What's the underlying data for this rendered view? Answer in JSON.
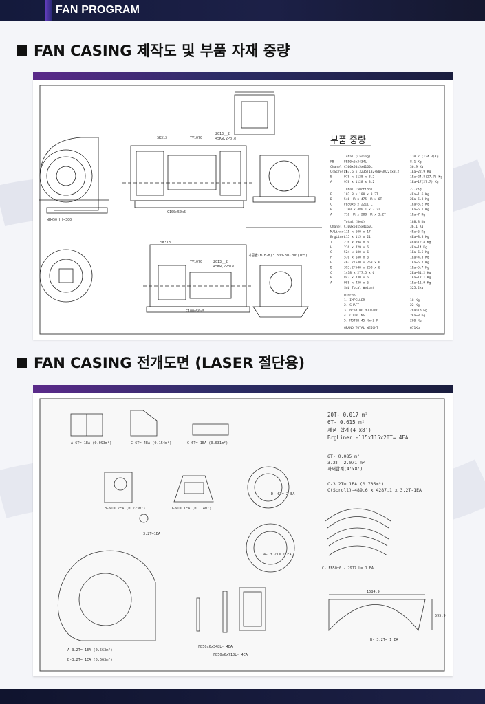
{
  "header": {
    "title": "FAN PROGRAM"
  },
  "section1": {
    "heading": "FAN CASING 제작도 및 부품 자재 중량",
    "drawing": {
      "labels": {
        "sk": "SK313",
        "tv": "TV1070",
        "p1": "2013__2",
        "p1b": "45Kw,2Pole",
        "c100": "C100x50x5",
        "bottom_dim": "WH450(H)=300",
        "sk_b": "SK313",
        "tv_b": "TV1070",
        "p_b": "2013__2",
        "p_b2": "45Kw,2Pole",
        "c100_b": "C100x50x5",
        "rack_note": "기준율(H-B-M): 800-80-200(105)"
      },
      "weights": {
        "title": "부품 중량",
        "rows": [
          [
            "",
            "Total (Casing)",
            "110.7 (124.3)Kg"
          ],
          [
            "FB",
            "FB50x6x3434L",
            "8.1 Kg"
          ],
          [
            "Chanel",
            "C100x50x5x4160L",
            "36.9 Kg"
          ],
          [
            "C(Scroll)",
            "263.6 x 3235(132+80+3022)x3.2",
            "1Ea~22.9 Kg"
          ],
          [
            "B",
            "978 x 1128 x 3.2",
            "1Ea~24.8(27.7) Kg"
          ],
          [
            "A",
            "978 x 1128 x 3.2",
            "1Ea~17(27.7) Kg"
          ],
          [
            "",
            "Total (Suction)",
            "27.7Kg"
          ],
          [
            "E",
            "102.8 x 180 x 3.2T",
            "4Ea~1.6 Kg"
          ],
          [
            "D",
            "546 HR x 475 HR x 6T",
            "2Ea~5.8 Kg"
          ],
          [
            "C",
            "FB50x6 x 2211 L",
            "1Ea~5.2 Kg"
          ],
          [
            "B",
            "1180 x 480.1 x 3.2T",
            "1Ea~6.1 Kg"
          ],
          [
            "A",
            "710 HR x 288 HR x 3.2T",
            "1Ea~7 Kg"
          ],
          [
            "",
            "Total (Bed)",
            "188.8 Kg"
          ],
          [
            "Chanel",
            "C100x50x5x4160L",
            "36.1 Kg"
          ],
          [
            "M/Liner",
            "115 x 100 x 17",
            "4Ea~6 Kg"
          ],
          [
            "BrgLiner",
            "115 x 115 x 21",
            "4Ea~8.8 Kg"
          ],
          [
            "I",
            "216 x 398 x 6",
            "4Ea~12.8 Kg"
          ],
          [
            "H",
            "216 x 429 x 6",
            "4Ea~14 Kg"
          ],
          [
            "G",
            "524 x 180 x 6",
            "1Ea~6.5 Kg"
          ],
          [
            "F",
            "570 x 180 x 6",
            "1Ea~4.3 Kg"
          ],
          [
            "E",
            "462.7/540 x 258 x 6",
            "1Ea~5.7 Kg"
          ],
          [
            "D",
            "393.2/540 x 258 x 6",
            "1Ea~5.7 Kg"
          ],
          [
            "C",
            "1418 x 277.5 x 6",
            "2Ea~31.2 Kg"
          ],
          [
            "B",
            "842 x 430 x 6",
            "1Ea~17.1 Kg"
          ],
          [
            "A",
            "988 x 430 x 6",
            "1Ea~11.9 Kg"
          ],
          [
            "",
            "Sub Total Weight",
            "325.2kg"
          ],
          [
            "",
            "OTHERS",
            ""
          ],
          [
            "",
            "1. IMPELLER",
            "18 Kg"
          ],
          [
            "",
            "2. SHAFT",
            "22 Kg"
          ],
          [
            "",
            "3. BEARING HOUSING",
            "2Ea~18 Kg"
          ],
          [
            "",
            "4. COUPLING",
            "2Ea~8 Kg"
          ],
          [
            "",
            "5. MOTOR        45 Kw-2 P",
            "280 Kg"
          ],
          [
            "",
            "GRAND TOTAL WEIGHT",
            "671Kg"
          ]
        ]
      }
    }
  },
  "section2": {
    "heading": "FAN CASING 전개도면 (LASER 절단용)",
    "drawing": {
      "notes_top": [
        "20T- 0.017 m²",
        "6T- 0.615 m²",
        "제품 합계(4 x8')",
        "BrgLiner -115x115x20T= 4EA"
      ],
      "notes_mid": [
        "6T- 0.085 m²",
        "3.2T- 2.071 m²",
        "자재합계(4'x8')"
      ],
      "notes_low": [
        "C-3.2T= 1EA (0.705m²)",
        "C(Scroll)-489.6 x 4287.1 x 3.2T-1EA"
      ],
      "parts": {
        "a6": "A-6T= 1EA (0.093m²)",
        "c6": "C-6T= 4EA (0.154m²)",
        "c6b": "C-6T= 1EA (0.031m²)",
        "b6": "B-6T= 2EA (0.223m²)",
        "d6": "D-6T= 1EA (0.114m²)",
        "d6r": "D- 6T= 2 EA",
        "ring32": "3.2T=1EA",
        "a32": "A- 3.2T= 1 EA",
        "fb": "C- FB50x6 - 2917 L= 1 EA",
        "b32": "B- 3.2T= 1 EA",
        "a32b": "A-3.2T= 1EA (0.563m²)",
        "b32b": "B-3.2T= 1EA (0.663m²)",
        "fb1": "FB50x6x348L- 4EA",
        "fb2": "FB50x6x710L- 4EA",
        "dim_1": "1584.9",
        "dim_2": "595.9"
      }
    }
  }
}
